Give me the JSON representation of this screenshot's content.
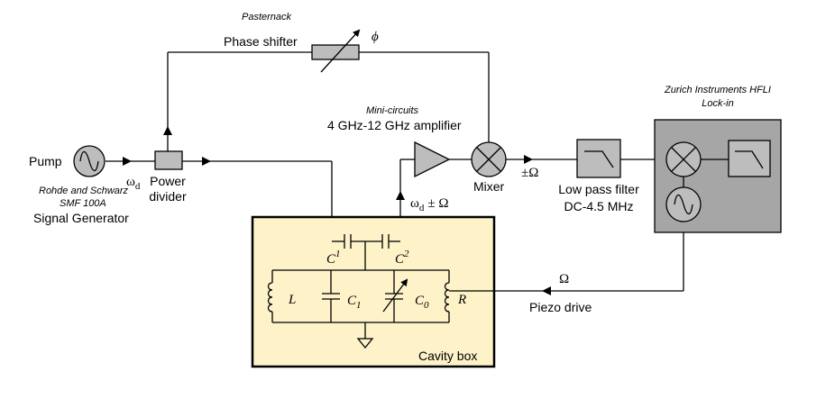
{
  "pump": {
    "label": "Pump",
    "make": "Rohde and Schwarz",
    "model": "SMF 100A",
    "name": "Signal Generator",
    "freq_symbol": "ω",
    "freq_sub": "d"
  },
  "divider": {
    "line1": "Power",
    "line2": "divider"
  },
  "phase_shifter": {
    "make": "Pasternack",
    "name": "Phase shifter",
    "symbol": "ϕ"
  },
  "amplifier": {
    "make": "Mini-circuits",
    "name": "4 GHz-12 GHz amplifier"
  },
  "mixer": {
    "name": "Mixer",
    "output": "±Ω"
  },
  "sideband": {
    "symbol": "ω",
    "sub": "d",
    "tail": "± Ω"
  },
  "lpf": {
    "line1": "Low pass filter",
    "line2": "DC-4.5 MHz"
  },
  "lockin": {
    "line1": "Zurich Instruments HFLI",
    "line2": "Lock-in"
  },
  "piezo": {
    "omega": "Ω",
    "name": "Piezo drive"
  },
  "cavity": {
    "name": "Cavity box",
    "c_left": "C",
    "c_left_sup": "1",
    "c_right": "C",
    "c_right_sup": "2",
    "L": "L",
    "C1": "C",
    "C1_sub": "1",
    "C0": "C",
    "C0_sub": "0",
    "R": "R"
  },
  "colors": {
    "cavity_fill": "#fdf2c8",
    "lockin_fill": "#a6a6a6",
    "block_fill": "#bdbdbd",
    "line": "#000000"
  }
}
